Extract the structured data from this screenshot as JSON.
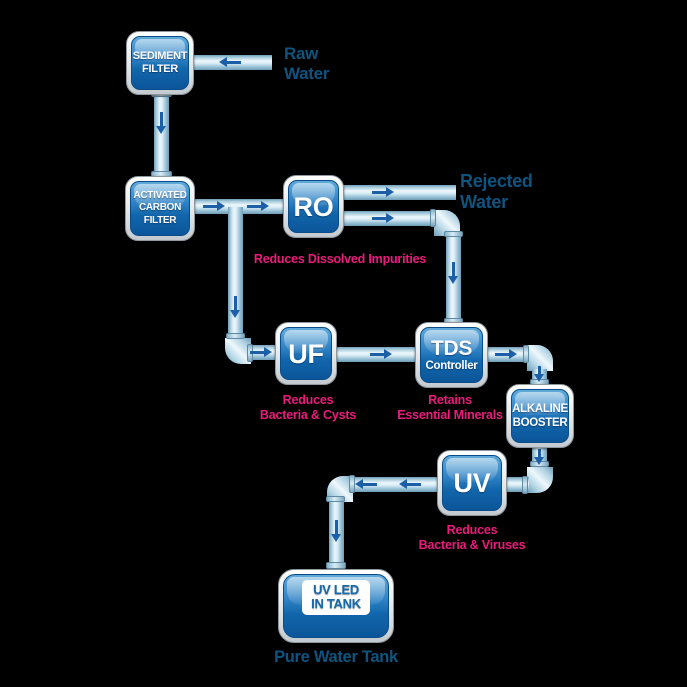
{
  "colors": {
    "background": "#000000",
    "node_blue_top": "#61abdb",
    "node_blue_bottom": "#0b559a",
    "node_border_silver": "#c3cacf",
    "pipe_light_blue": "#d3e9f3",
    "arrow_blue": "#1d5fa6",
    "label_dark_blue": "#0e5480",
    "annotation_pink": "#ec1a7d",
    "tank_label_blue": "#1769a9"
  },
  "nodes": {
    "sediment_filter": {
      "lines": [
        "SEDIMENT",
        "FILTER"
      ]
    },
    "activated_carbon_filter": {
      "lines": [
        "ACTIVATED",
        "CARBON",
        "FILTER"
      ]
    },
    "ro": {
      "lines": [
        "RO"
      ]
    },
    "uf": {
      "lines": [
        "UF"
      ]
    },
    "tds": {
      "lines": [
        "TDS",
        "Controller"
      ]
    },
    "alkaline_booster": {
      "lines": [
        "ALKALINE",
        "BOOSTER"
      ]
    },
    "uv": {
      "lines": [
        "UV"
      ]
    },
    "tank_label": {
      "lines": [
        "UV LED",
        "IN TANK"
      ]
    }
  },
  "labels": {
    "raw_water": {
      "lines": [
        "Raw",
        "Water"
      ]
    },
    "rejected_water": {
      "lines": [
        "Rejected",
        "Water"
      ]
    },
    "pure_water_tank": "Pure Water Tank"
  },
  "annotations": {
    "ro": {
      "lines": [
        "Reduces Dissolved Impurities"
      ]
    },
    "uf": {
      "lines": [
        "Reduces",
        "Bacteria & Cysts"
      ]
    },
    "tds": {
      "lines": [
        "Retains",
        "Essential Minerals"
      ]
    },
    "uv": {
      "lines": [
        "Reduces",
        "Bacteria & Viruses"
      ]
    }
  }
}
